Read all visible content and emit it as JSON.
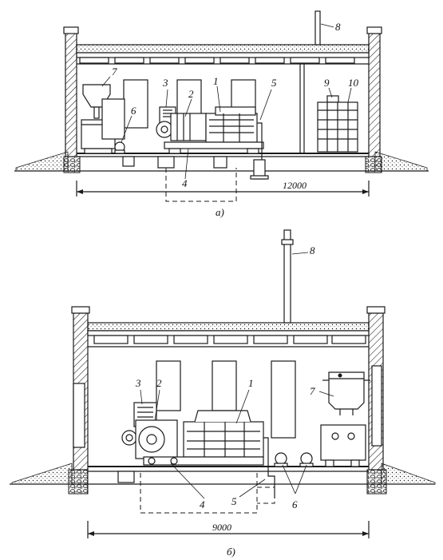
{
  "figure_a": {
    "caption": "а)",
    "dimension": "12000",
    "labels": {
      "l1": "1",
      "l2": "2",
      "l3": "3",
      "l4": "4",
      "l5": "5",
      "l6": "6",
      "l7": "7",
      "l8": "8",
      "l9": "9",
      "l10": "10"
    }
  },
  "figure_b": {
    "caption": "б)",
    "dimension": "9000",
    "labels": {
      "l1": "1",
      "l2": "2",
      "l3": "3",
      "l4": "4",
      "l5": "5",
      "l6": "6",
      "l7": "7",
      "l8": "8"
    }
  }
}
